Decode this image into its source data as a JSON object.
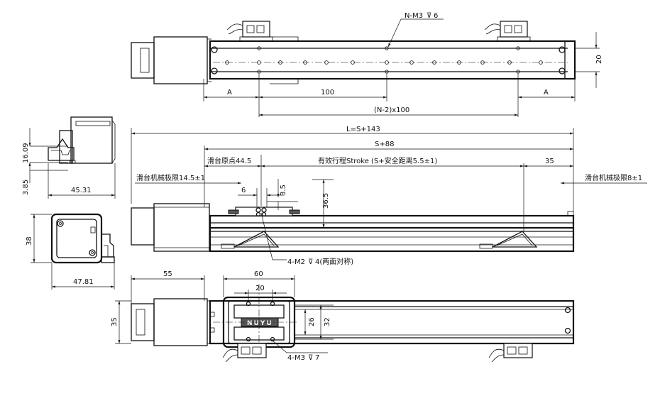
{
  "top_view": {
    "tap_hole_note": "N-M3",
    "tap_depth": "6",
    "dim_a_left": "A",
    "dim_pitch": "100",
    "dim_a_right": "A",
    "dim_span": "(N-2)x100",
    "dim_height": "20"
  },
  "side_view": {
    "dim_total_length": "L=S+143",
    "dim_s88": "S+88",
    "origin_label": "滑台原点44.5",
    "stroke_label": "有效行程Stroke (S+安全距离5.5±1)",
    "dim_35_top": "35",
    "limit_left_label": "滑台机械极限14.5±1",
    "limit_right_label": "滑台机械极限8±1",
    "dim_6": "6",
    "dim_3_5": "3.5",
    "dim_36_5": "36.5",
    "m2_note": "4-M2",
    "m2_depth": "4(两面对称)"
  },
  "end_view": {
    "dim_16_09": "16.09",
    "dim_3_85": "3.85",
    "dim_45_31": "45.31",
    "dim_38": "38",
    "dim_47_81": "47.81"
  },
  "bottom_view": {
    "dim_55": "55",
    "dim_60": "60",
    "dim_20": "20",
    "dim_35_left": "35",
    "dim_26": "26",
    "dim_32": "32",
    "m3_note": "4-M3",
    "m3_depth": "7",
    "brand_text": "NUYU"
  }
}
